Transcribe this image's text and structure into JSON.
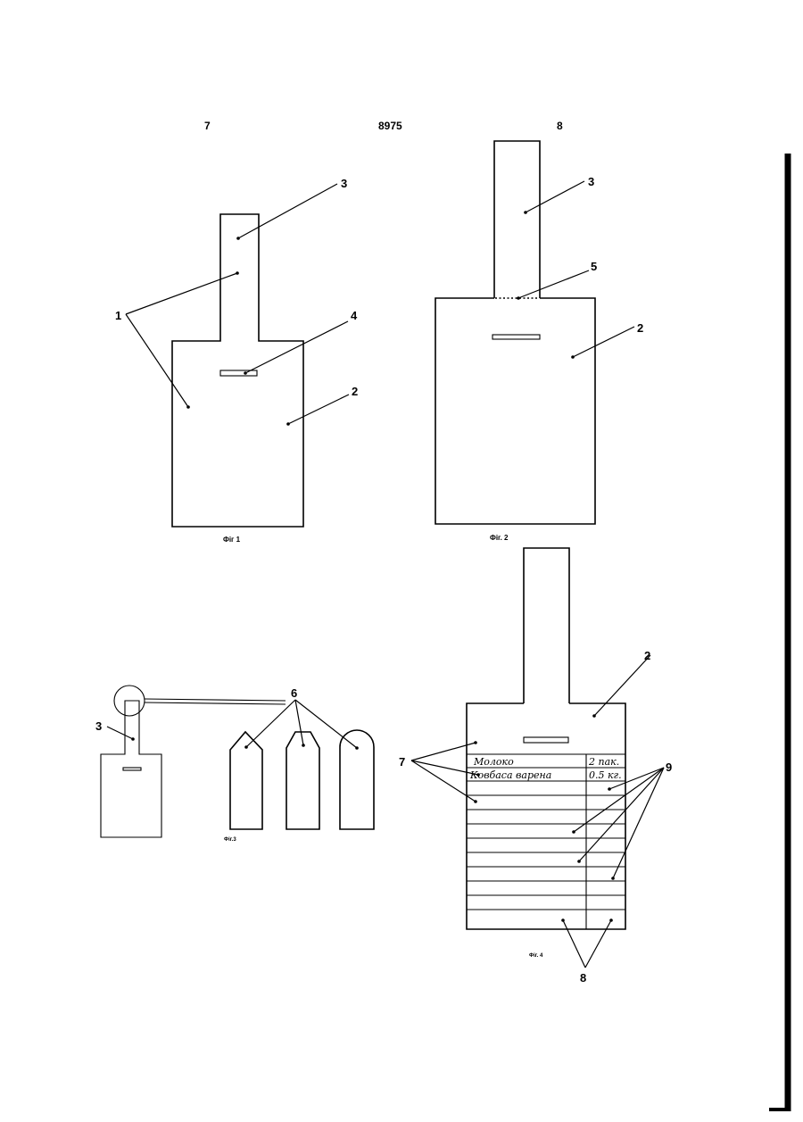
{
  "header": {
    "left_page": "7",
    "patent_number": "8975",
    "right_page": "8"
  },
  "fig1": {
    "caption": "Фіг 1",
    "labels": {
      "l1": "1",
      "l2": "2",
      "l3": "3",
      "l4": "4"
    }
  },
  "fig2": {
    "caption": "Фіг. 2",
    "labels": {
      "l2": "2",
      "l3": "3",
      "l5": "5"
    }
  },
  "fig3": {
    "caption": "Фіг.3",
    "labels": {
      "l3": "3",
      "l6": "6"
    }
  },
  "fig4": {
    "caption": "Фіг. 4",
    "labels": {
      "l2": "2",
      "l7": "7",
      "l8": "8",
      "l9": "9"
    },
    "rows": [
      {
        "item": "Молоко",
        "qty": "2 пак."
      },
      {
        "item": "Ковбаса варена",
        "qty": "0.5 кг."
      }
    ]
  }
}
